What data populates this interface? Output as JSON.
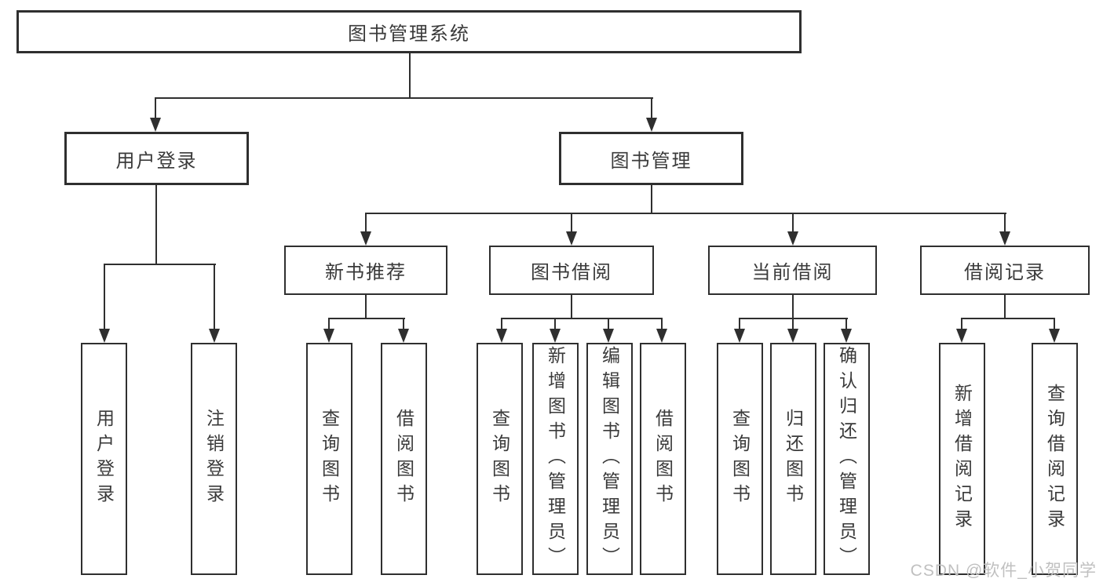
{
  "tree": {
    "root": "图书管理系统",
    "branches": [
      {
        "label": "用户登录",
        "children": [
          {
            "label": "用户登录"
          },
          {
            "label": "注销登录"
          }
        ]
      },
      {
        "label": "图书管理",
        "children": [
          {
            "label": "新书推荐",
            "children": [
              {
                "label": "查询图书"
              },
              {
                "label": "借阅图书"
              }
            ]
          },
          {
            "label": "图书借阅",
            "children": [
              {
                "label": "查询图书"
              },
              {
                "label": "新增图书（管理员）"
              },
              {
                "label": "编辑图书（管理员）"
              },
              {
                "label": "借阅图书"
              }
            ]
          },
          {
            "label": "当前借阅",
            "children": [
              {
                "label": "查询图书"
              },
              {
                "label": "归还图书"
              },
              {
                "label": "确认归还（管理员）"
              }
            ]
          },
          {
            "label": "借阅记录",
            "children": [
              {
                "label": "新增借阅记录"
              },
              {
                "label": "查询借阅记录"
              }
            ]
          }
        ]
      }
    ]
  },
  "watermark": "CSDN @软件_小贺同学",
  "colors": {
    "line": "#2f2f2f",
    "box_border": "#2f2f2f",
    "text": "#3a3a3a",
    "watermark": "#c0c0c0",
    "background": "#ffffff"
  }
}
